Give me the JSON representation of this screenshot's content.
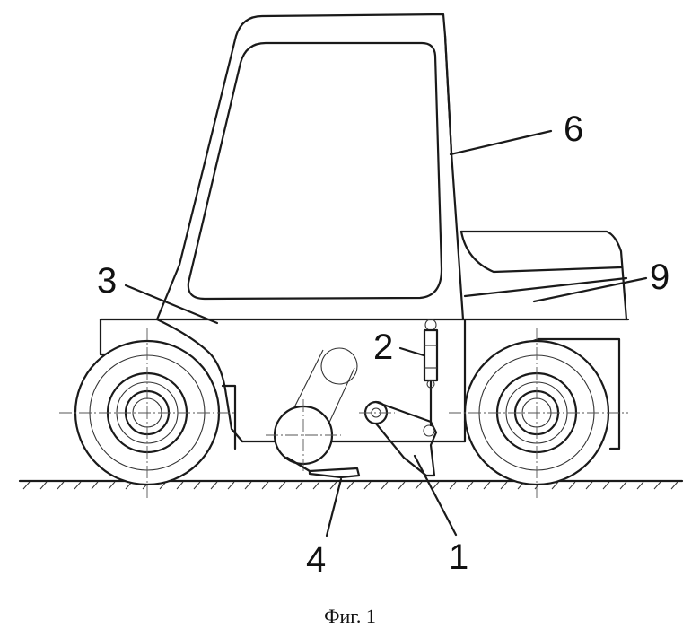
{
  "labels": {
    "l1": "1",
    "l2": "2",
    "l3": "3",
    "l4": "4",
    "l6": "6",
    "l9": "9"
  },
  "caption": "Фиг. 1"
}
